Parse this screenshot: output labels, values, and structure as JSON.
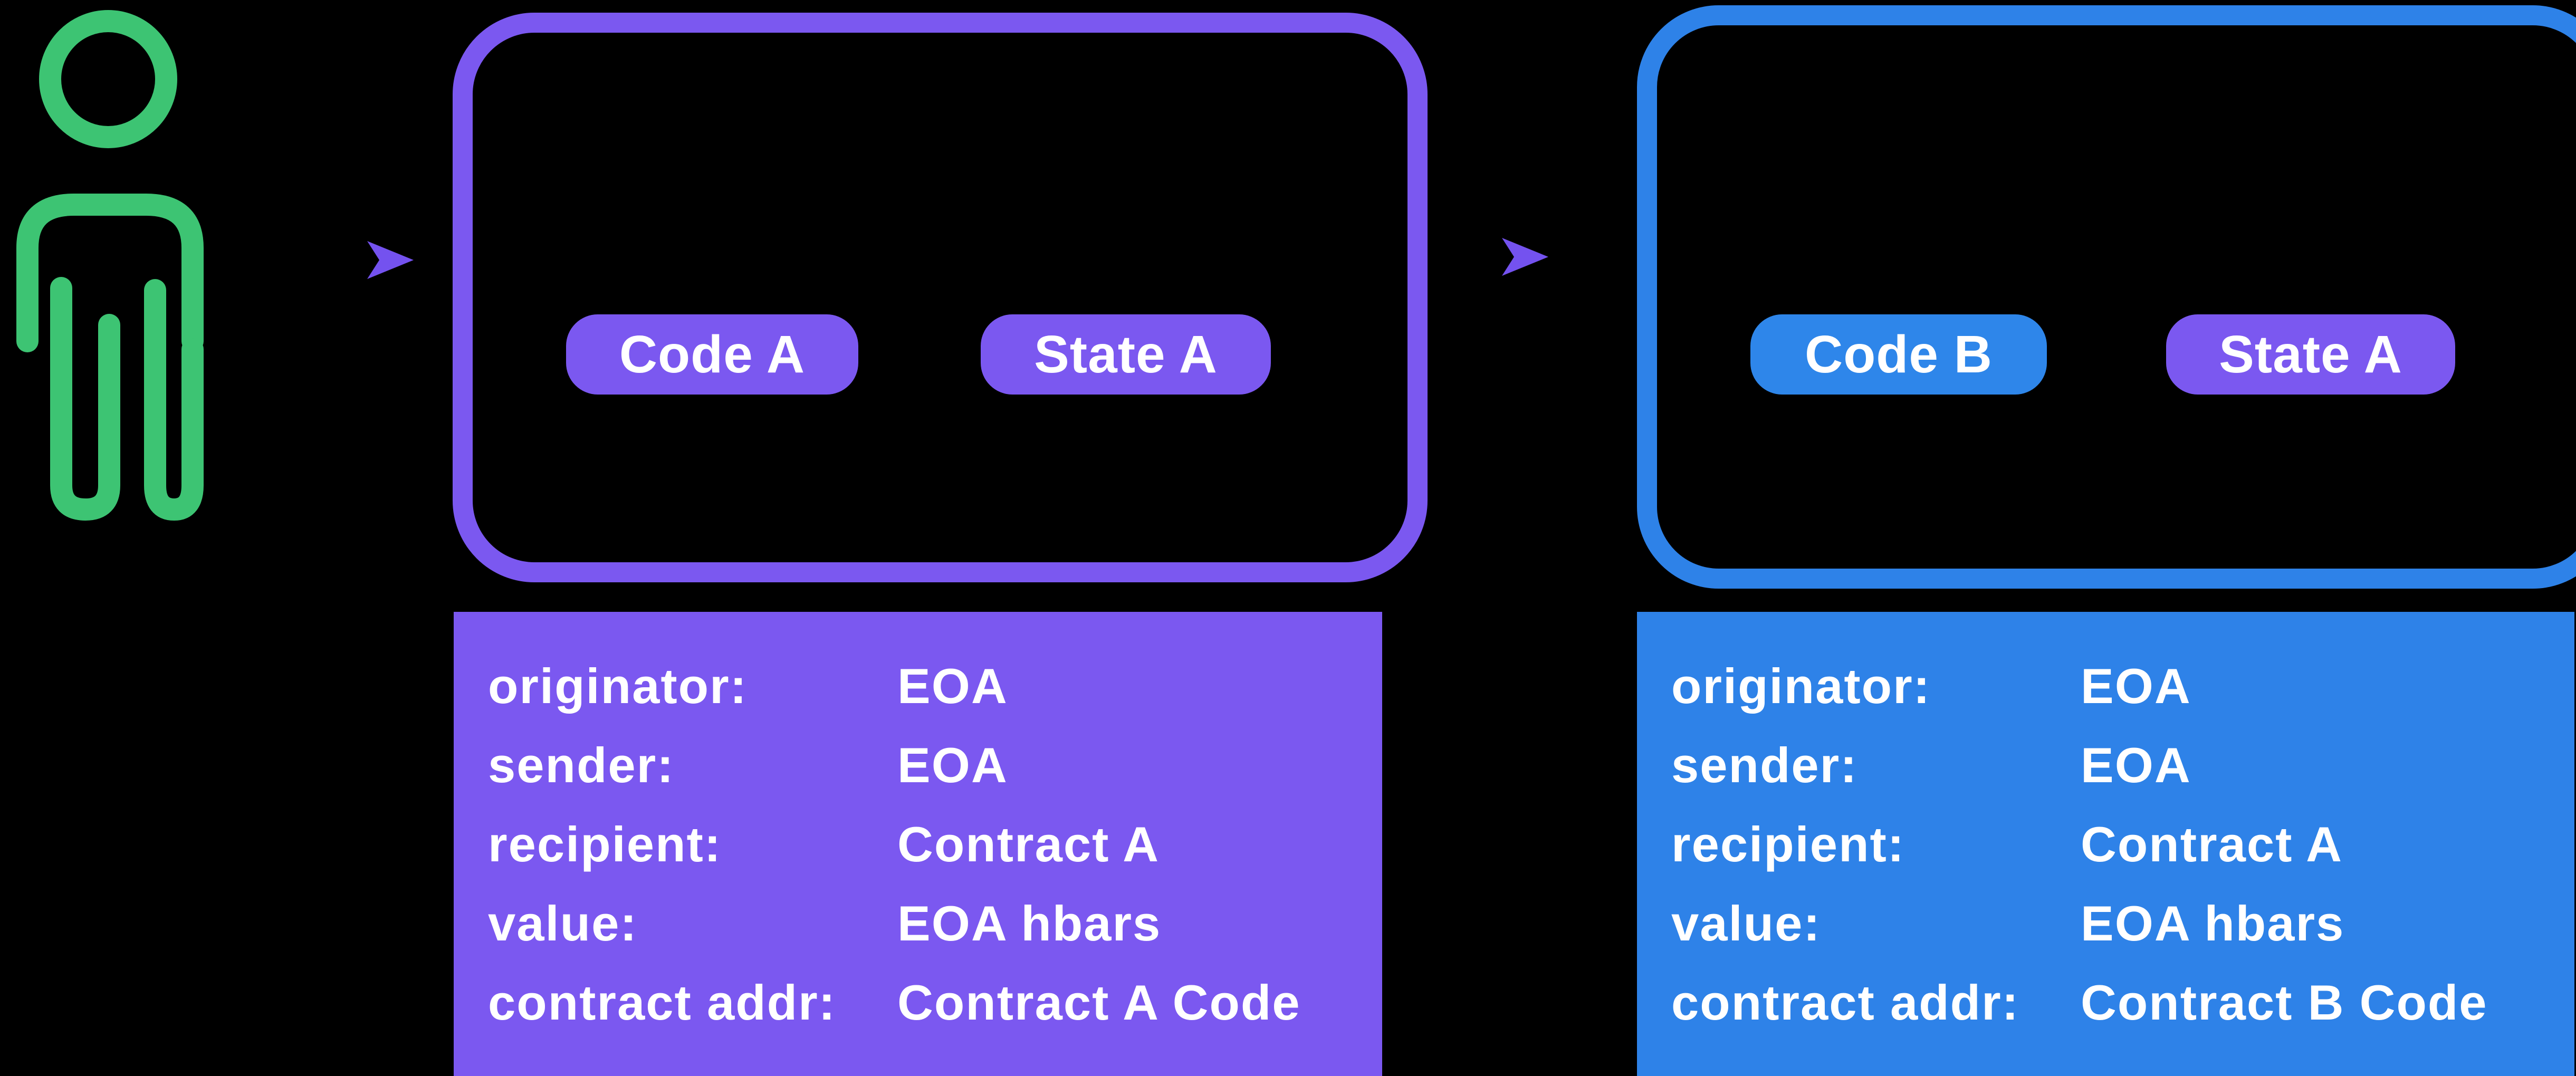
{
  "palette": {
    "background": "#000000",
    "purple": "#7b58f0",
    "blue": "#2e82e8",
    "pill_blue": "#2e86ea",
    "green": "#3dc473",
    "text": "#ffffff",
    "arrow_gradient_start": "#2e80e8",
    "arrow_gradient_end": "#6f52ee",
    "arrow_head": "#7452ef"
  },
  "actor": {
    "icon": "person-icon",
    "color": "#3dc473"
  },
  "flow": {
    "arrow1_icon": "arrow-right-icon",
    "arrow2_icon": "arrow-right-icon"
  },
  "contract_a_box": {
    "code_pill": "Code A",
    "state_pill": "State A"
  },
  "contract_b_box": {
    "code_pill": "Code B",
    "state_pill": "State A"
  },
  "contract_a_panel": {
    "rows": [
      {
        "label": "originator:",
        "value": "EOA"
      },
      {
        "label": "sender:",
        "value": "EOA"
      },
      {
        "label": "recipient:",
        "value": "Contract A"
      },
      {
        "label": "value:",
        "value": "EOA hbars"
      },
      {
        "label": "contract addr:",
        "value": "Contract A Code"
      }
    ]
  },
  "contract_b_panel": {
    "rows": [
      {
        "label": "originator:",
        "value": "EOA"
      },
      {
        "label": "sender:",
        "value": "EOA"
      },
      {
        "label": "recipient:",
        "value": "Contract A"
      },
      {
        "label": "value:",
        "value": "EOA hbars"
      },
      {
        "label": "contract addr:",
        "value": "Contract B Code"
      }
    ]
  }
}
